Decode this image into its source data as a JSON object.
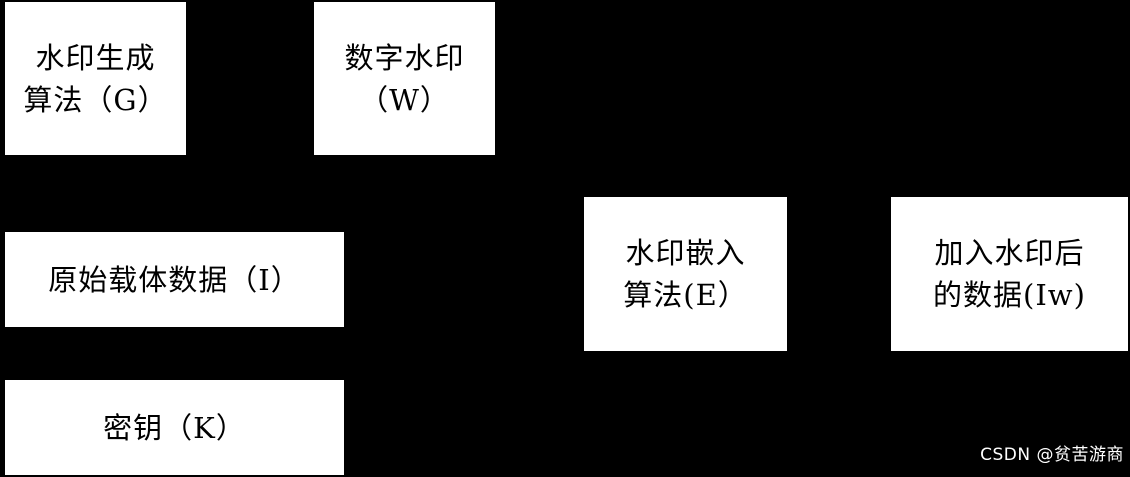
{
  "diagram": {
    "background": "#000000",
    "box_color": "#ffffff",
    "nodes": {
      "generation_algorithm": {
        "line1": "水印生成",
        "line2": "算法（G）"
      },
      "digital_watermark": {
        "line1": "数字水印",
        "line2": "（W）"
      },
      "original_carrier": {
        "line1": "原始载体数据（I）"
      },
      "key": {
        "line1": "密钥（K）"
      },
      "embedding_algorithm": {
        "line1": "水印嵌入",
        "line2": "算法(E）"
      },
      "watermarked_data": {
        "line1": "加入水印后",
        "line2": "的数据(Iw)"
      }
    }
  },
  "watermark_text": "CSDN @贫苦游商"
}
